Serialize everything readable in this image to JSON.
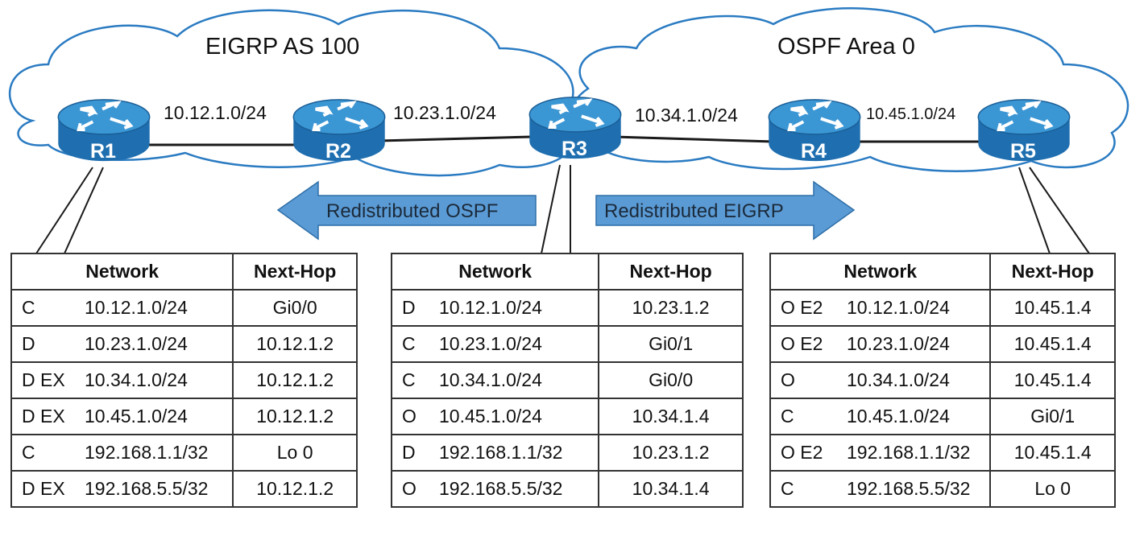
{
  "clouds": {
    "eigrp_title": "EIGRP AS 100",
    "ospf_title": "OSPF Area 0"
  },
  "links": {
    "r1_r2": "10.12.1.0/24",
    "r2_r3": "10.23.1.0/24",
    "r3_r4": "10.34.1.0/24",
    "r4_r5": "10.45.1.0/24"
  },
  "routers": [
    "R1",
    "R2",
    "R3",
    "R4",
    "R5"
  ],
  "arrows": {
    "left": "Redistributed OSPF",
    "right": "Redistributed EIGRP"
  },
  "colors": {
    "router_body": "#1f7cbf",
    "router_top": "#3a98d6",
    "arrow_fill": "#5b9bd5",
    "line": "#1a1a1a"
  },
  "tables": [
    {
      "router": "R1",
      "headers": [
        "Network",
        "Next-Hop"
      ],
      "rows": [
        {
          "code": "C",
          "network": "10.12.1.0/24",
          "next_hop": "Gi0/0"
        },
        {
          "code": "D",
          "network": "10.23.1.0/24",
          "next_hop": "10.12.1.2"
        },
        {
          "code": "D EX",
          "network": "10.34.1.0/24",
          "next_hop": "10.12.1.2"
        },
        {
          "code": "D EX",
          "network": "10.45.1.0/24",
          "next_hop": "10.12.1.2"
        },
        {
          "code": "C",
          "network": "192.168.1.1/32",
          "next_hop": "Lo 0"
        },
        {
          "code": "D EX",
          "network": "192.168.5.5/32",
          "next_hop": "10.12.1.2"
        }
      ]
    },
    {
      "router": "R3",
      "headers": [
        "Network",
        "Next-Hop"
      ],
      "rows": [
        {
          "code": "D",
          "network": "10.12.1.0/24",
          "next_hop": "10.23.1.2"
        },
        {
          "code": "C",
          "network": "10.23.1.0/24",
          "next_hop": "Gi0/1"
        },
        {
          "code": "C",
          "network": "10.34.1.0/24",
          "next_hop": "Gi0/0"
        },
        {
          "code": "O",
          "network": "10.45.1.0/24",
          "next_hop": "10.34.1.4"
        },
        {
          "code": "D",
          "network": "192.168.1.1/32",
          "next_hop": "10.23.1.2"
        },
        {
          "code": "O",
          "network": "192.168.5.5/32",
          "next_hop": "10.34.1.4"
        }
      ]
    },
    {
      "router": "R5",
      "headers": [
        "Network",
        "Next-Hop"
      ],
      "rows": [
        {
          "code": "O E2",
          "network": "10.12.1.0/24",
          "next_hop": "10.45.1.4"
        },
        {
          "code": "O E2",
          "network": "10.23.1.0/24",
          "next_hop": "10.45.1.4"
        },
        {
          "code": "O",
          "network": "10.34.1.0/24",
          "next_hop": "10.45.1.4"
        },
        {
          "code": "C",
          "network": "10.45.1.0/24",
          "next_hop": "Gi0/1"
        },
        {
          "code": "O E2",
          "network": "192.168.1.1/32",
          "next_hop": "10.45.1.4"
        },
        {
          "code": "C",
          "network": "192.168.5.5/32",
          "next_hop": "Lo 0"
        }
      ]
    }
  ]
}
